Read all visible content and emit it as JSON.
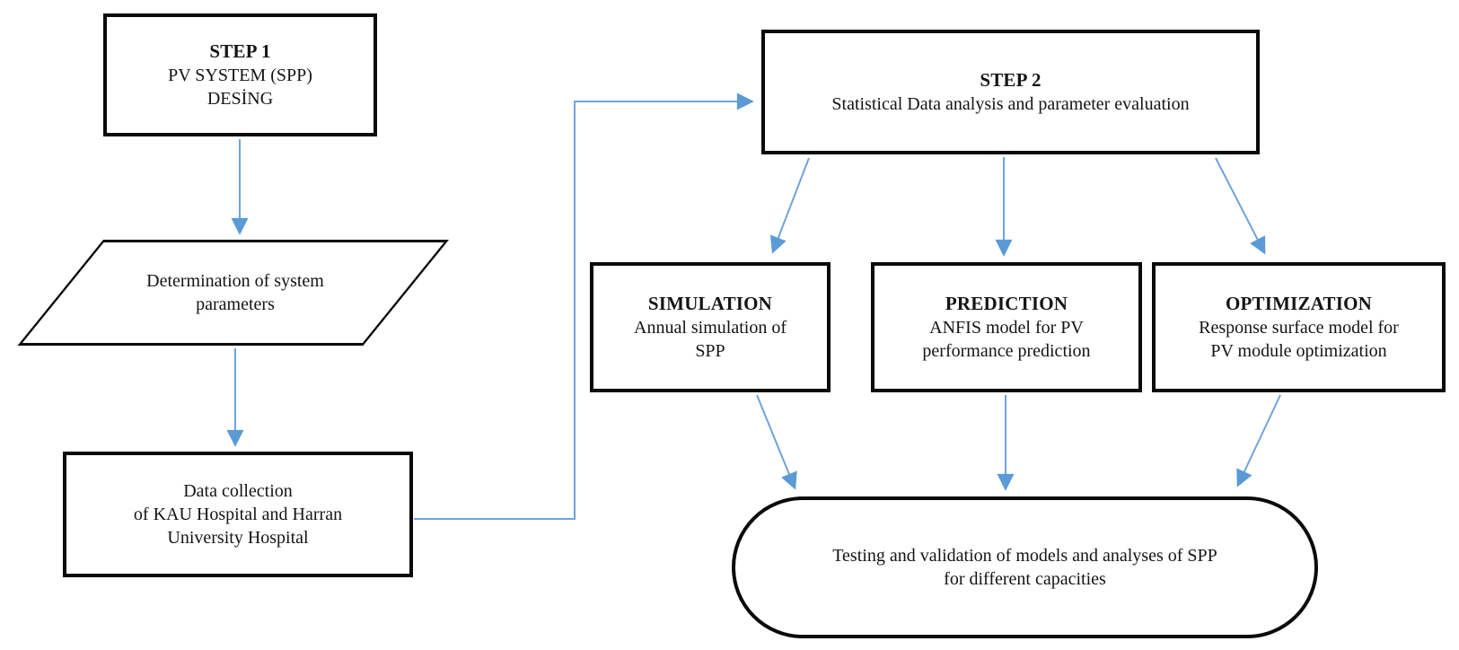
{
  "diagram": {
    "background": "#ffffff",
    "border_color": "#0a0a0a",
    "arrow_line_color": "#6fa3d9",
    "arrowhead_color": "#5b9bd5",
    "nodes": {
      "step1": {
        "shape": "rectangle",
        "lines": [
          "STEP 1",
          "PV SYSTEM (SPP)",
          "DESİNG"
        ]
      },
      "determination": {
        "shape": "parallelogram",
        "lines": [
          "Determination  of system",
          "parameters"
        ]
      },
      "data_collection": {
        "shape": "rectangle",
        "lines": [
          "Data collection",
          "of KAU Hospital and Harran",
          "University Hospital"
        ]
      },
      "step2": {
        "shape": "rectangle",
        "lines": [
          "STEP 2",
          "Statistical  Data analysis and parameter  evaluation"
        ]
      },
      "simulation": {
        "shape": "rectangle",
        "lines": [
          "SIMULATION",
          "Annual simulation of",
          "SPP"
        ]
      },
      "prediction": {
        "shape": "rectangle",
        "lines": [
          "PREDICTION",
          "ANFIS model for PV",
          "performance  prediction"
        ]
      },
      "optimization": {
        "shape": "rectangle",
        "lines": [
          "OPTIMIZATION",
          "Response surface model  for",
          "PV module  optimization"
        ]
      },
      "testing": {
        "shape": "stadium",
        "lines": [
          "Testing and validation  of models and analyses of SPP",
          "for different  capacities"
        ]
      }
    },
    "edges": [
      {
        "from": "step1",
        "to": "determination"
      },
      {
        "from": "determination",
        "to": "data_collection"
      },
      {
        "from": "data_collection",
        "to": "step2"
      },
      {
        "from": "step2",
        "to": "simulation"
      },
      {
        "from": "step2",
        "to": "prediction"
      },
      {
        "from": "step2",
        "to": "optimization"
      },
      {
        "from": "simulation",
        "to": "testing"
      },
      {
        "from": "prediction",
        "to": "testing"
      },
      {
        "from": "optimization",
        "to": "testing"
      }
    ]
  }
}
